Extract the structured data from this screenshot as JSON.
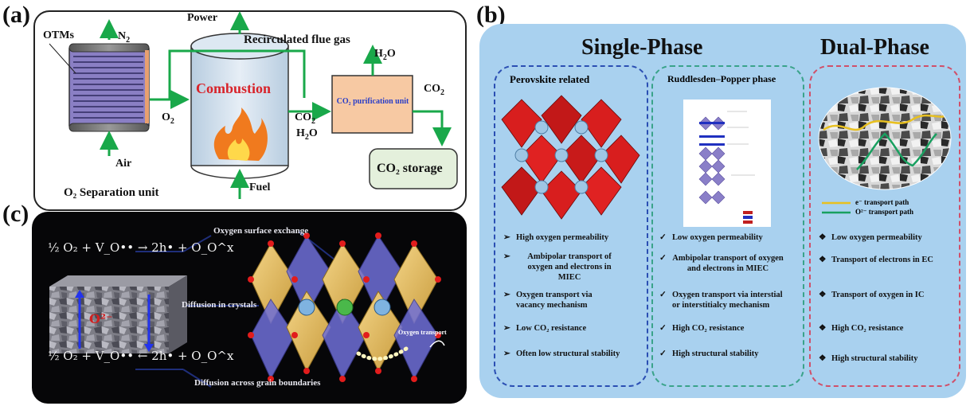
{
  "panel_a": {
    "label": "(a)",
    "otms": "OTMs",
    "n2": "N",
    "n2_sub": "2",
    "power": "Power",
    "recirculated": "Recirculated  flue gas",
    "h2o_top": "H",
    "h2o_top_sub": "2",
    "h2o_top_end": "O",
    "combustion": "Combustion",
    "co2_purification": "CO₂ purification unit",
    "co2_right": "CO",
    "co2_right_sub": "2",
    "o2": "O",
    "o2_sub": "2",
    "co2_mid": "CO",
    "co2_mid_sub": "2",
    "h2o_mid": "H",
    "h2o_mid_sub": "2",
    "h2o_mid_end": "O",
    "air": "Air",
    "co2_storage": "CO₂ storage",
    "o2_sep": "O₂ Separation unit",
    "fuel": "Fuel"
  },
  "panel_b": {
    "label": "(b)",
    "single_phase": "Single-Phase",
    "dual_phase": "Dual-Phase",
    "perovskite_title": "Perovskite related",
    "rp_title": "Ruddlesden–Popper phase",
    "perovskite_items": [
      "High oxygen permeability",
      "Ambipolar transport of oxygen and electrons in MIEC",
      "Oxygen transport via vacancy mechanism",
      "Low CO₂ resistance",
      "Often low structural stability"
    ],
    "rp_items": [
      "Low oxygen permeability",
      "Ambipolar transport of oxygen and electrons in MIEC",
      "Oxygen transport via interstial or interstitialcy mechanism",
      "High CO₂ resistance",
      "High structural stability"
    ],
    "dual_items": [
      "Low oxygen permeability",
      "Transport of electrons in EC",
      "Transport of oxygen in IC",
      "High CO₂ resistance",
      "High structural stability"
    ],
    "legend_electron": "e⁻ transport path",
    "legend_oxygen": "O²⁻ transport path",
    "colors": {
      "perovskite_border": "#2b4fb3",
      "rp_border": "#3aa38a",
      "dual_border": "#d0506a",
      "background": "#a9d1ef"
    }
  },
  "panel_c": {
    "label": "(c)",
    "surface_exchange": "Oxygen surface exchange",
    "diffusion_crystals": "Diffusion in crystals",
    "diffusion_grain": "Diffusion across grain boundaries",
    "eq_top": "½ O₂ + V_O•• → 2h• + O_O^x",
    "eq_bottom": "½ O₂ + V_O•• ← 2h• + O_O^x",
    "oxygen_transport": "Oxygen transport"
  }
}
